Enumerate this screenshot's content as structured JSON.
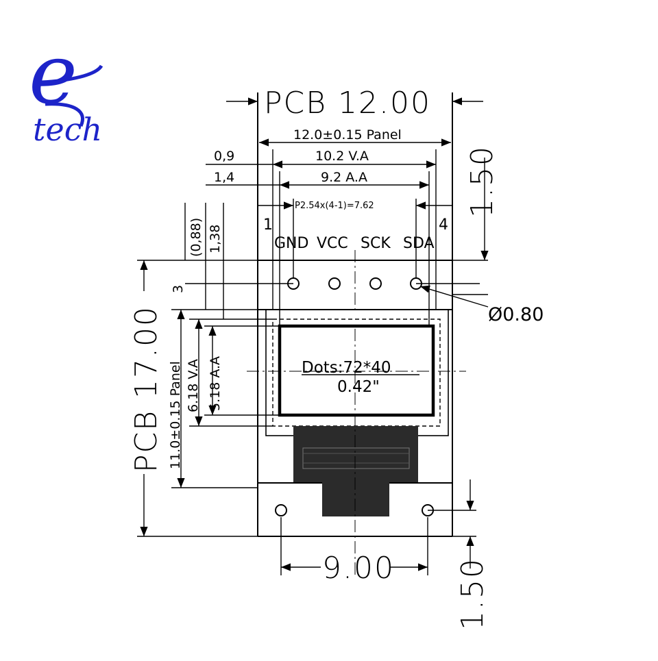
{
  "logo": {
    "mark": "e",
    "word": "tech",
    "color": "#1d24c9"
  },
  "dimensions": {
    "pcb_width": "PCB 12.00",
    "panel_width": "12.0±0.15 Panel",
    "va_width": "10.2 V.A",
    "aa_width": "9.2 A.A",
    "offset_va": "0,9",
    "offset_aa": "1,4",
    "pin_pitch": "P2.54x(4-1)=7.62",
    "top_margin_pcb": "1.50",
    "hole_diameter": "Ø0.80",
    "pcb_height": "PCB 17.00",
    "panel_height": "11.0±0.15 Panel",
    "va_height": "6.18 V.A",
    "aa_height": "5.18 A.A",
    "dim_3": "3",
    "dim_088": "(0,88)",
    "dim_138": "1,38",
    "bottom_holes": "9.00",
    "bottom_margin": "1.50"
  },
  "pins": {
    "first": "1",
    "last": "4",
    "labels": [
      "GND",
      "VCC",
      "SCK",
      "SDA"
    ]
  },
  "screen": {
    "dots": "Dots:72*40",
    "size": "0.42\""
  }
}
